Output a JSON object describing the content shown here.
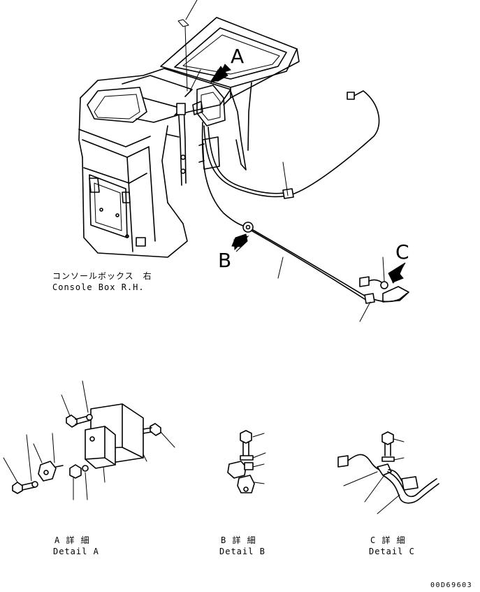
{
  "callouts": {
    "a": "A",
    "b": "B",
    "c": "C"
  },
  "labels": {
    "console_jp": "コンソールボックス　右",
    "console_en": "Console Box R.H.",
    "detail_a_jp": "A 詳 細",
    "detail_a_en": "Detail A",
    "detail_b_jp": "B 詳 細",
    "detail_b_en": "Detail B",
    "detail_c_jp": "C 詳 細",
    "detail_c_en": "Detail C"
  },
  "drawing_code": "00D69603"
}
